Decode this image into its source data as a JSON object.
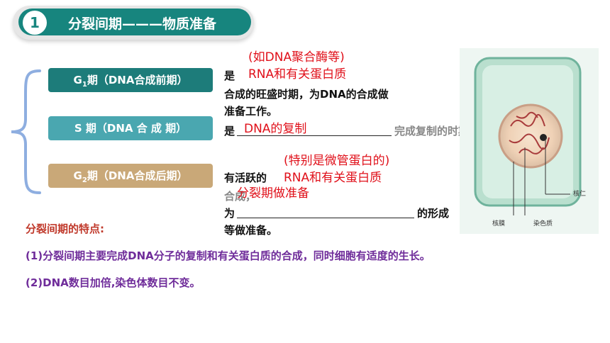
{
  "header": {
    "number": "1",
    "title": "分裂间期———物质准备"
  },
  "phases": {
    "g1": {
      "letter": "G",
      "sub": "1",
      "rest": "期（DNA合成前期）"
    },
    "s": {
      "label": "S 期（DNA 合 成 期）"
    },
    "g2": {
      "letter": "G",
      "sub": "2",
      "rest": "期（DNA合成后期）"
    }
  },
  "g1_desc": {
    "prefix": "是",
    "answer_note": "(如DNA聚合酶等)",
    "answer": "RNA和有关蛋白质",
    "line2": "合成的旺盛时期，为DNA的合成做",
    "line3": "准备工作。"
  },
  "s_desc": {
    "prefix": "是",
    "answer": "DNA的复制",
    "suffix": "完成复制的时期。"
  },
  "g2_desc": {
    "answer_note": "(特别是微管蛋白的)",
    "line1_prefix": "有活跃的",
    "answer1": "RNA和有关蛋白质",
    "line2": "合成，",
    "answer2": "分裂期做准备",
    "line3_prefix": "为",
    "line3_suffix": "的形成",
    "line4": "等做准备。"
  },
  "figure": {
    "labels": {
      "nucleolus": "核仁",
      "nuclear_membrane": "核膜",
      "chromatin": "染色质"
    }
  },
  "features": {
    "title": "分裂间期的特点:",
    "items": [
      "(1)分裂间期主要完成DNA分子的复制和有关蛋白质的合成，同时细胞有适度的生长。",
      "(2)DNA数目加倍,染色体数目不变。"
    ]
  },
  "colors": {
    "banner": "#17857e",
    "g1": "#1d7c7a",
    "s": "#4aa7b0",
    "g2": "#c9a878",
    "answer": "#e0101a",
    "feature_text": "#6f2c9a"
  }
}
